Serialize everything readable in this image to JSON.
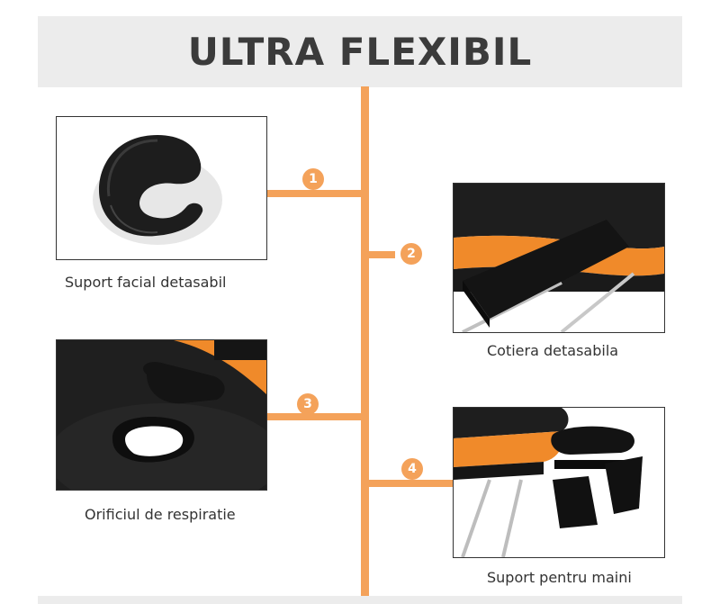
{
  "banner": {
    "title": "ULTRA FLEXIBIL"
  },
  "features": [
    {
      "number": "1",
      "caption": "Suport facial detasabil"
    },
    {
      "number": "2",
      "caption": "Cotiera detasabila"
    },
    {
      "number": "3",
      "caption": "Orificiul de respiratie"
    },
    {
      "number": "4",
      "caption": "Suport pentru maini"
    }
  ],
  "colors": {
    "accent": "#f4a25a",
    "banner_bg": "#ececec",
    "title_text": "#3b3b3b"
  }
}
